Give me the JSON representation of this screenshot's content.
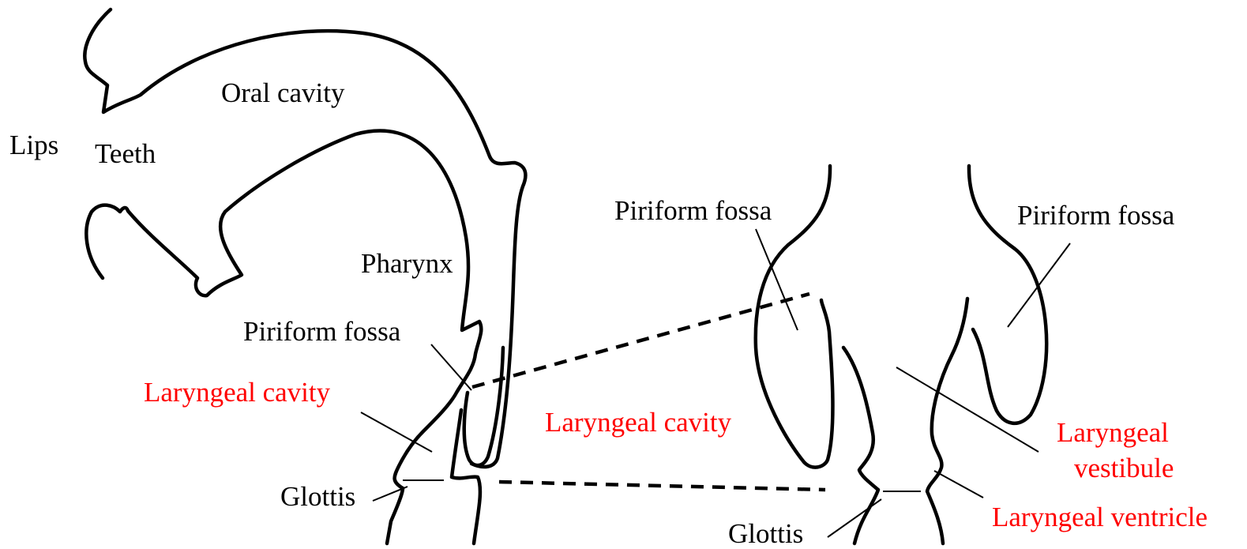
{
  "colors": {
    "line": "#000000",
    "label_black": "#000000",
    "label_red": "#ff0000"
  },
  "labels": {
    "lips": "Lips",
    "teeth": "Teeth",
    "oral_cavity": "Oral cavity",
    "pharynx": "Pharynx",
    "piriform_fossa_left": "Piriform fossa",
    "laryngeal_cavity_left": "Laryngeal cavity",
    "glottis_left": "Glottis",
    "laryngeal_cavity_center": "Laryngeal cavity",
    "piriform_fossa_center": "Piriform fossa",
    "piriform_fossa_right": "Piriform fossa",
    "laryngeal_vestibule_1": "Laryngeal",
    "laryngeal_vestibule_2": "vestibule",
    "laryngeal_ventricle": "Laryngeal ventricle",
    "glottis_right": "Glottis"
  }
}
